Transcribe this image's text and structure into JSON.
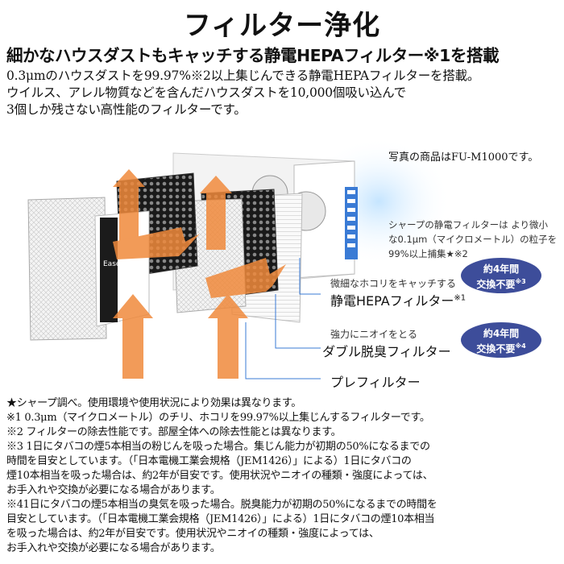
{
  "title": "フィルター浄化",
  "subtitle": "細かなハウスダストもキャッチする静電HEPAフィルター※1を搭載",
  "intro": [
    "0.3μmのハウスダストを99.97%※2以上集じんできる静電HEPAフィルターを搭載。",
    "ウイルス、アレル物質などを含んだハウスダストを10,000個吸い込んで",
    "3個しか残さない高性能のフィルターです。"
  ],
  "figure": {
    "photo_note": "写真の商品はFU-M1000です。",
    "hepa_note": [
      "シャープの静電フィルターは より微小",
      "な0.1μm（マイクロメートル）の粒子を",
      "99%以上捕集★※2"
    ],
    "hepa_small": "微細なホコリをキャッチする",
    "hepa_label": "静電HEPAフィルター",
    "hepa_mark": "※1",
    "deodor_small": "強力にニオイをとる",
    "deodor_label": "ダブル脱臭フィルター",
    "pre_label": "プレフィルター",
    "badge1_line1": "約4年間",
    "badge1_line2": "交換不要",
    "badge1_mark": "※3",
    "badge2_line1": "約4年間",
    "badge2_line2": "交換不要",
    "badge2_mark": "※4",
    "logo_text": "Ease",
    "colors": {
      "arrow": "#f08a3c",
      "badge": "#3d4d9a",
      "blue_accent": "#3a7bd5"
    }
  },
  "footnotes": [
    "★シャープ調べ。使用環境や使用状況により効果は異なります。",
    "※1 0.3μm（マイクロメートル）のチリ、ホコリを99.97%以上集じんするフィルターです。",
    "※2 フィルターの除去性能です。部屋全体への除去性能とは異なります。",
    "※3 1日にタバコの煙5本相当の粉じんを吸った場合。集じん能力が初期の50%になるまでの",
    "時間を目安としています。（「日本電機工業会規格（JEM1426）」による）1日にタバコの",
    "煙10本相当を吸った場合は、約2年が目安です。使用状況やニオイの種類・強度によっては、",
    "お手入れや交換が必要になる場合があります。",
    "※41日にタバコの煙5本相当の臭気を吸った場合。脱臭能力が初期の50%になるまでの時間を",
    "目安としています。（「日本電機工業会規格（JEM1426）」による）1日にタバコの煙10本相当",
    "を吸った場合は、約2年が目安です。使用状況やニオイの種類・強度によっては、",
    "お手入れや交換が必要になる場合があります。"
  ]
}
